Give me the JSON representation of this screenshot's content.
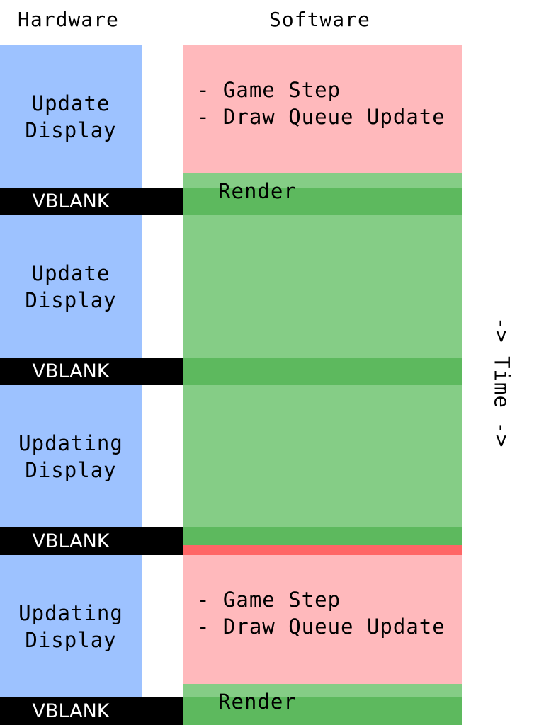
{
  "headers": {
    "hardware": "Hardware",
    "software": "Software"
  },
  "hardware": {
    "blocks": [
      {
        "line1": "Update",
        "line2": "Display"
      },
      {
        "line1": "Update",
        "line2": "Display"
      },
      {
        "line1": "Updating",
        "line2": "Display"
      },
      {
        "line1": "Updating",
        "line2": "Display"
      }
    ],
    "vblank_label": "VBLANK"
  },
  "software": {
    "steps": [
      "- Game Step",
      "- Draw Queue Update"
    ],
    "render_label": "Render"
  },
  "time_axis": "-> Time ->",
  "colors": {
    "hardware_block": "#9dc2ff",
    "vblank": "#000000",
    "software_step": "#ffb9bc",
    "render_light": "#85cd86",
    "render_dark": "#5db95e",
    "overrun": "#ff6666"
  }
}
